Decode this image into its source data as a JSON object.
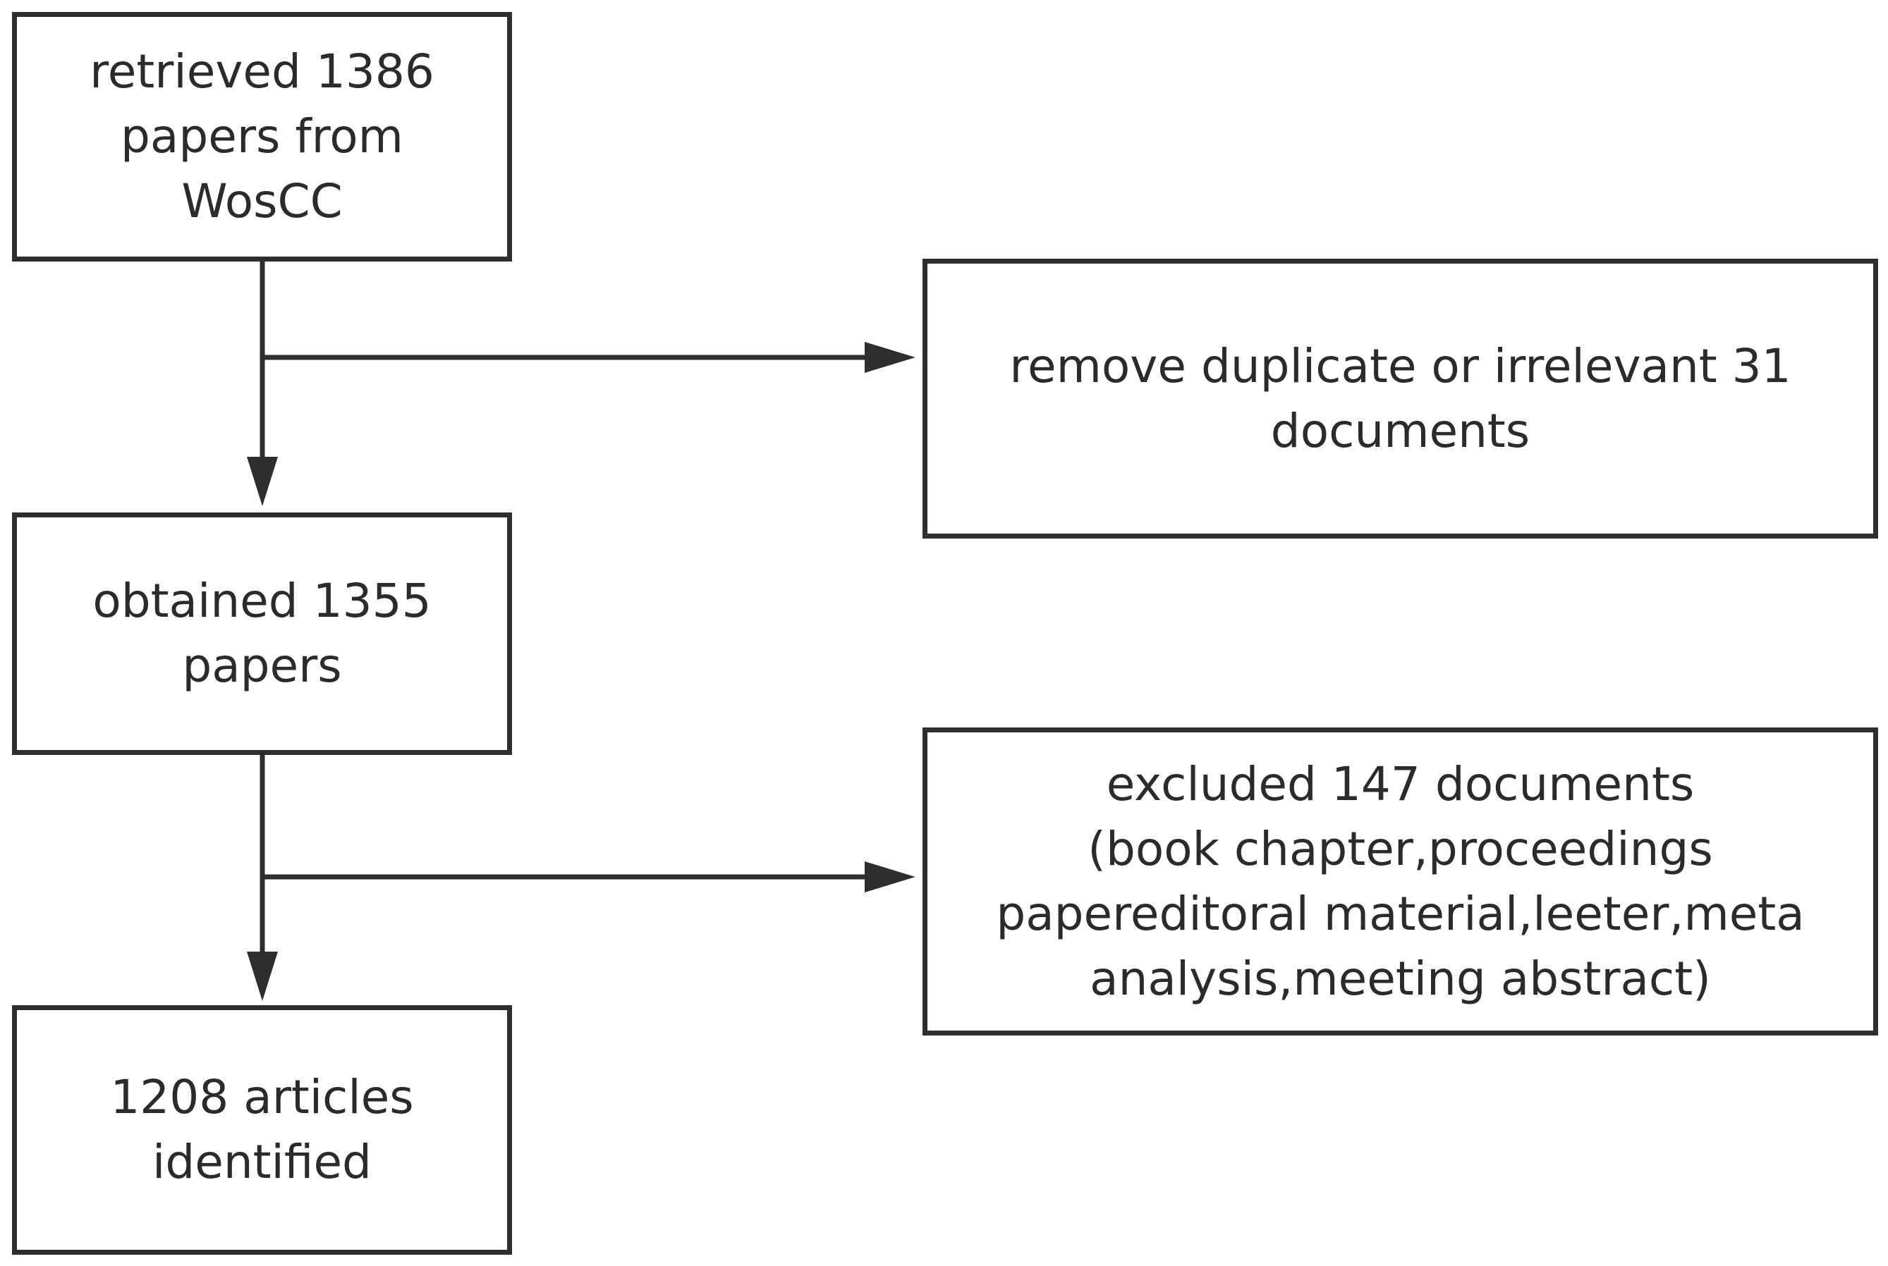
{
  "flow": {
    "step1": "retrieved 1386\npapers from\nWosCC",
    "step2": "obtained 1355\npapers",
    "step3": "1208 articles\nidentified",
    "exclusion1": "remove duplicate or irrelevant 31\ndocuments",
    "exclusion2": "excluded 147 documents\n(book chapter,proceedings\npapereditoral material,leeter,meta\nanalysis,meeting abstract)"
  }
}
